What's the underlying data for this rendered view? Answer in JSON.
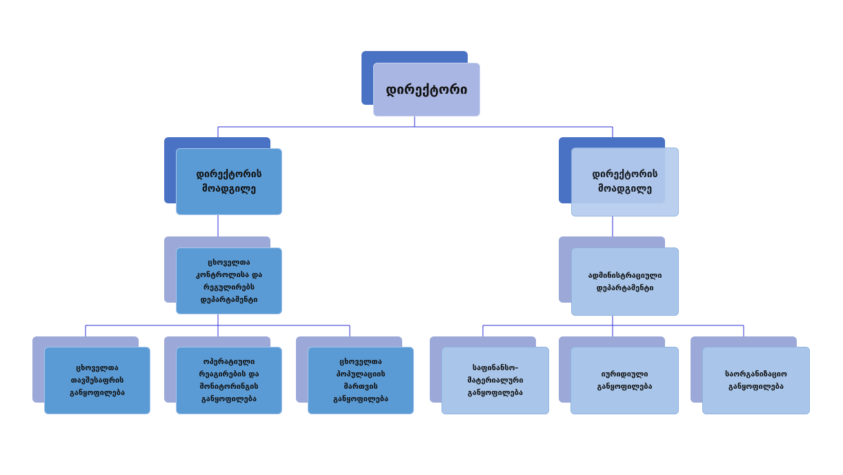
{
  "nodes": {
    "director": "დირექტორი",
    "deputy_left": "დირექტორის\nმოადგილე",
    "deputy_right": "დირექტორის\nმოადგილე",
    "dept_left": "ცხოველთა\nკონტროლისა და\nრეგულირებს\nდეპარტამენტი",
    "dept_right": "ადმინისტრაციული\nდეპარტამენტი",
    "unit_1": "ცხოველთა\nთავშესაფრის\nგანყოფილება",
    "unit_2": "ოპერატიული\nრეაგირების და\nმონიტორინგის\nგანყოფილება",
    "unit_3": "ცხოველთა\nპოპულაციის\nმართვის\nგანყოფილება",
    "unit_4": "საფინანსო-\nმატერიალური\nგანყოფილება",
    "unit_5": "იურიდიული\nგანყოფილება",
    "unit_6": "საორგანიზაციო\nგანყოფილება"
  },
  "colors": {
    "connector": "#2b2bd6",
    "shadow_dark": "#4a72c4",
    "shadow_light": "#9ba8d8",
    "box_top": "#a9b6e3",
    "box_blue": "#5b9bd5",
    "box_pale": "#a9c6ea"
  }
}
